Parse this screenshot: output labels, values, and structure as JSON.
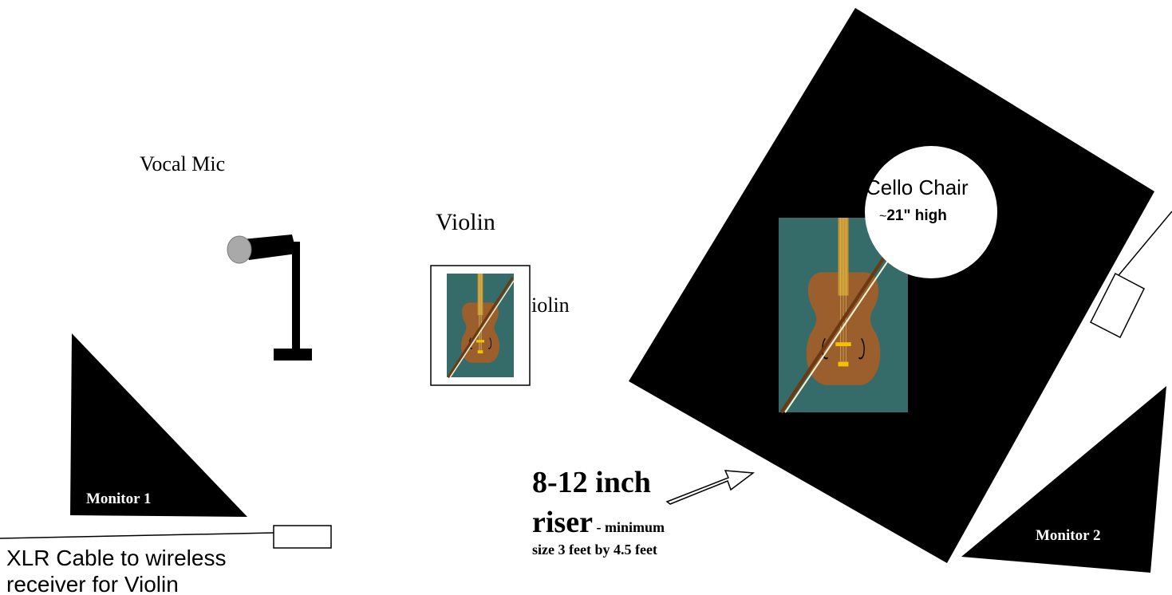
{
  "labels": {
    "vocal_mic": "Vocal Mic",
    "violin_title": "Violin",
    "violin_box_label": "iolin",
    "cello_chair_line1": "Cello Chair",
    "cello_chair_line2_prefix": "~",
    "cello_chair_line2_bold": "21\" high",
    "monitor_1": "Monitor 1",
    "monitor_2": "Monitor 2",
    "riser_line1": "8-12 inch",
    "riser_line2_big": "riser",
    "riser_line2_small": " - minimum",
    "riser_line3": "size 3 feet by 4.5 feet",
    "xlr_line1": "XLR Cable to wireless",
    "xlr_line2": "receiver for Violin"
  },
  "colors": {
    "riser": "#000000",
    "teal_background": "#356b68",
    "violin_body": "#9a5f2c",
    "bridge_yellow": "#f2c200",
    "bow_stick": "#6b3a12",
    "bow_hair": "#f4f0d0",
    "mic_head": "#a9a9a9"
  },
  "icons": {
    "microphone": "microphone-stand-icon",
    "violin": "violin-icon",
    "cello": "cello-icon"
  }
}
